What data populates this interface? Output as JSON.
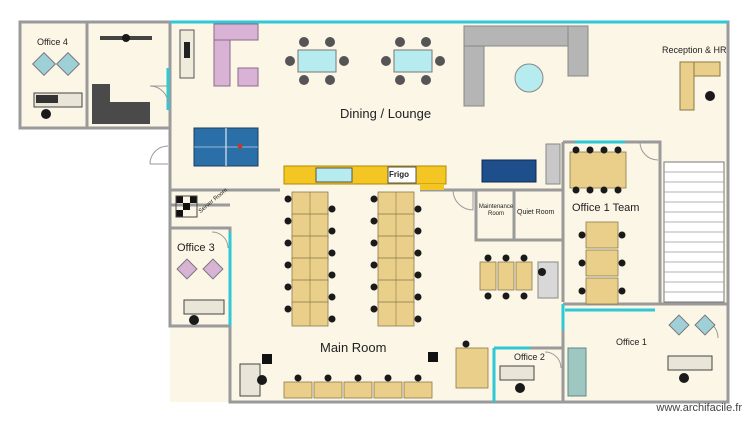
{
  "rooms": {
    "office_4": "Office 4",
    "dining_lounge": "Dining / Lounge",
    "reception_hr": "Reception & HR",
    "server_room": "Server Room",
    "office_3": "Office 3",
    "maintenance_room": "Maintenance Room",
    "quiet_room": "Quiet Room",
    "office_1_team": "Office 1 Team",
    "main_room": "Main Room",
    "office_2": "Office 2",
    "office_1": "Office 1"
  },
  "appliance": {
    "label": "Frigo"
  },
  "watermark": "www.archifacile.fr",
  "colors": {
    "floor": "#fbf6e6",
    "wall": "#9a9a9a",
    "glass_wall": "#2ec8d6",
    "desk": "#e9cf8a",
    "chair": "#1a1a1a",
    "counter": "#f3c623",
    "sofa_blue": "#1f4e8c",
    "sofa_pink": "#d9b3d6",
    "sofa_grey": "#b5b5b5",
    "table_glass": "#b6ecf0",
    "ping_pong": "#2a6fa8"
  },
  "icons": [
    "door-swing-icon",
    "chair-icon",
    "desk-icon",
    "sofa-icon",
    "ping-pong-table-icon",
    "staircase-icon",
    "armchair-icon",
    "plant-icon"
  ]
}
